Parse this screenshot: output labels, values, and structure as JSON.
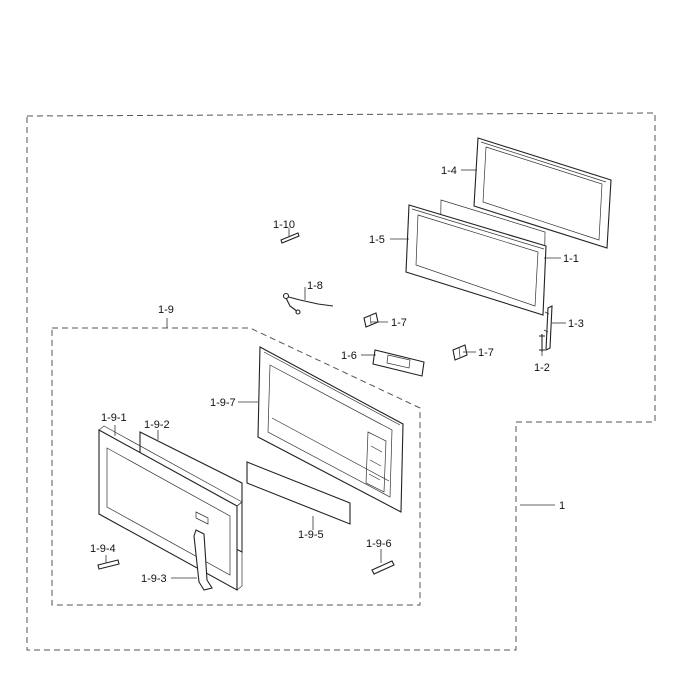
{
  "diagram": {
    "labels": {
      "l_1": "1",
      "l_1_1": "1-1",
      "l_1_2": "1-2",
      "l_1_3": "1-3",
      "l_1_4": "1-4",
      "l_1_5": "1-5",
      "l_1_6": "1-6",
      "l_1_7a": "1-7",
      "l_1_7b": "1-7",
      "l_1_8": "1-8",
      "l_1_9": "1-9",
      "l_1_10": "1-10",
      "l_1_9_1": "1-9-1",
      "l_1_9_2": "1-9-2",
      "l_1_9_3": "1-9-3",
      "l_1_9_4": "1-9-4",
      "l_1_9_5": "1-9-5",
      "l_1_9_6": "1-9-6",
      "l_1_9_7": "1-9-7"
    }
  }
}
